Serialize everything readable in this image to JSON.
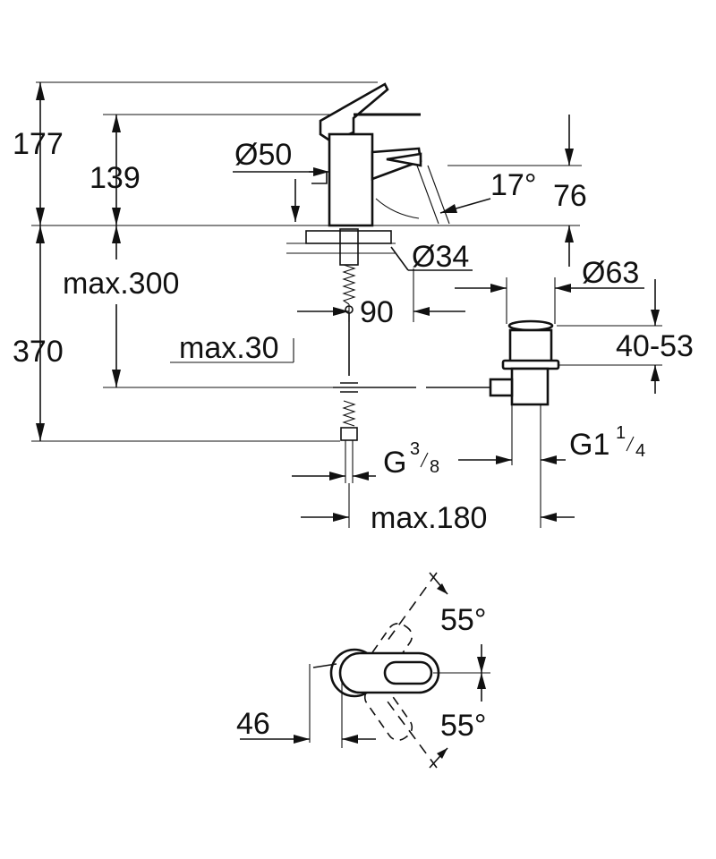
{
  "dimensions": {
    "d177": "177",
    "d139": "139",
    "d50": "Ø50",
    "d17deg": "17°",
    "d76": "76",
    "d34": "Ø34",
    "dmax300": "max.300",
    "d63": "Ø63",
    "d90": "90",
    "d4053": "40-53",
    "d370": "370",
    "dmax30": "max.30",
    "dG38_main": "G",
    "dG38_num": "3",
    "dG38_den": "8",
    "dG114_main": "G1",
    "dG114_num": "1",
    "dG114_den": "4",
    "dmax180": "max.180",
    "d55top": "55°",
    "d55bot": "55°",
    "d46": "46"
  },
  "colors": {
    "ink": "#111111",
    "background": "#ffffff"
  }
}
